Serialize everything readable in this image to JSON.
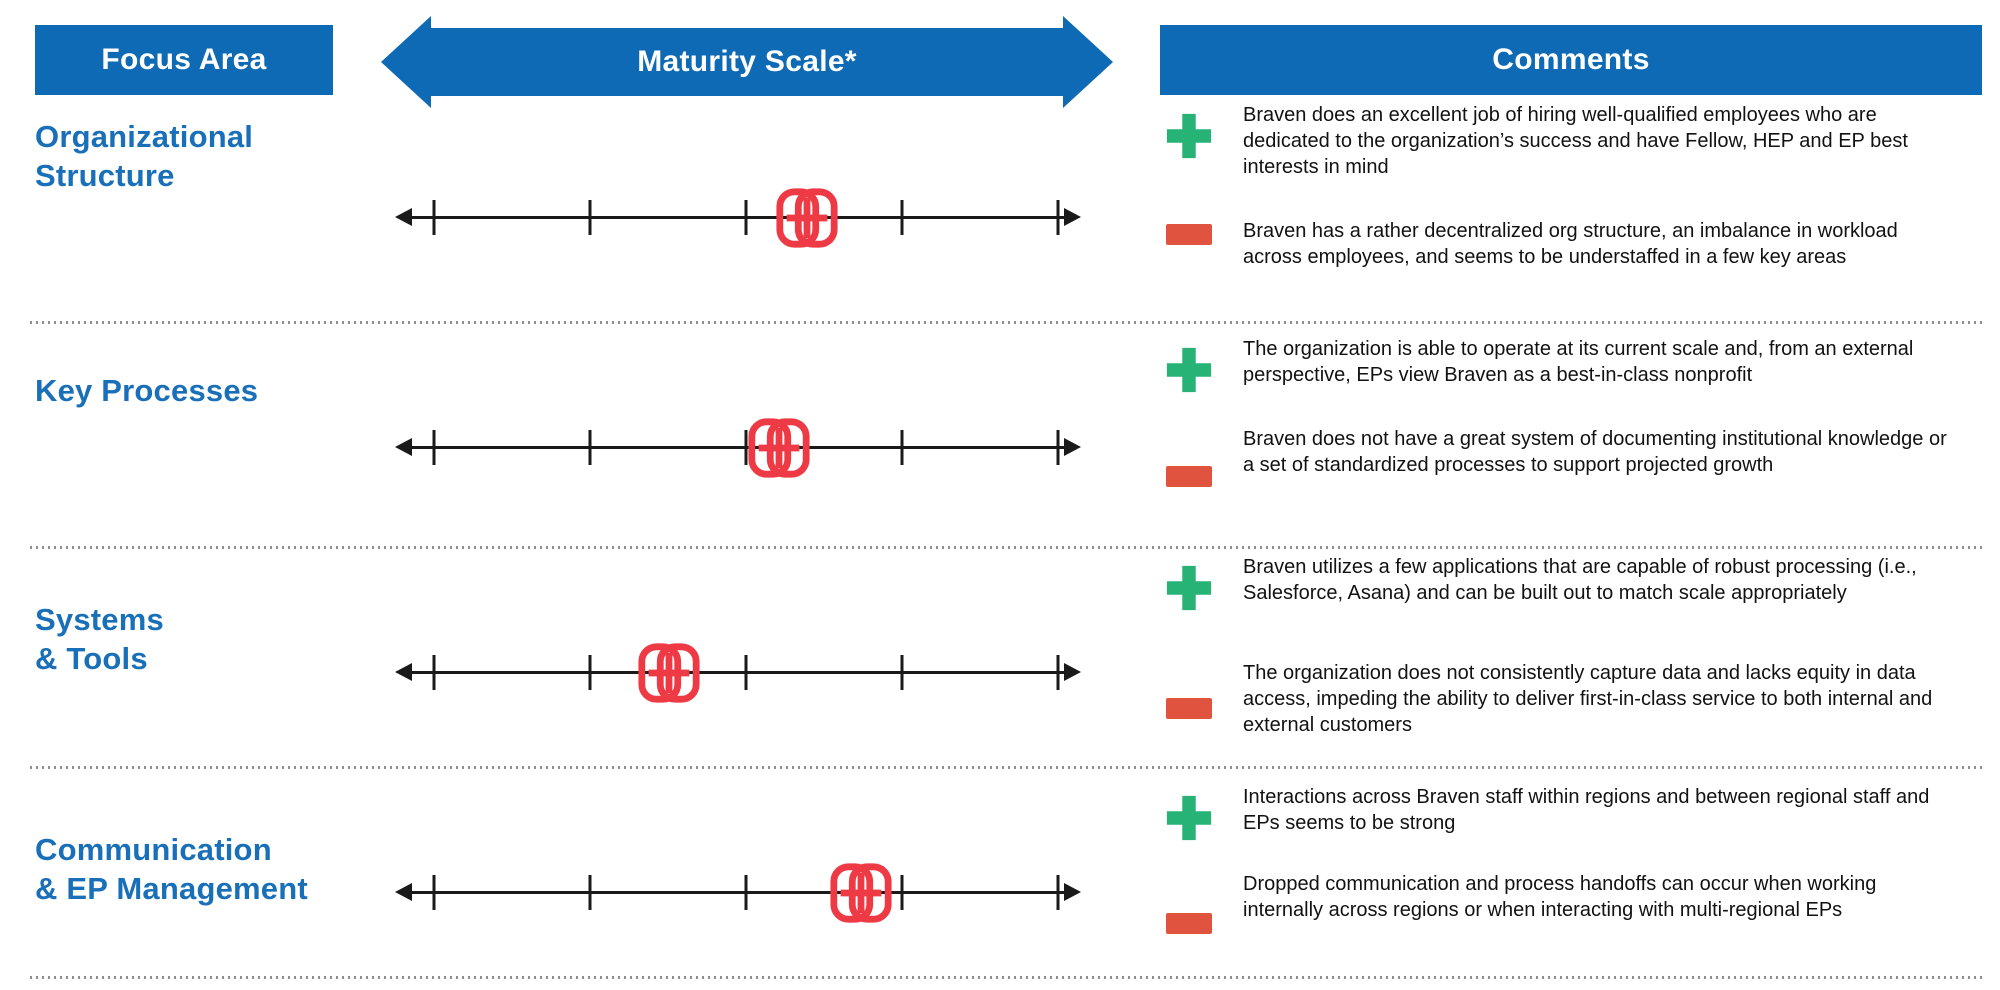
{
  "header": {
    "focus_area_label": "Focus Area",
    "maturity_scale_label": "Maturity Scale*",
    "comments_label": "Comments"
  },
  "colors": {
    "header_blue": "#0e6ab5",
    "title_blue": "#1a70b8",
    "marker_red": "#ee3a44",
    "plus_green": "#27b376",
    "minus_red": "#e0543f",
    "scale_black": "#1a1a1a"
  },
  "scale": {
    "tick_count": 5,
    "tick_percents": [
      5.7,
      28.4,
      51.2,
      73.9,
      96.6
    ]
  },
  "rows": [
    {
      "title_lines": [
        "Organizational",
        "Structure"
      ],
      "marker_percent": 60,
      "plus_comment": "Braven does an excellent job of hiring well-qualified employees who are dedicated to the organization’s success and have Fellow, HEP and EP best interests in mind",
      "minus_comment": "Braven has a rather decentralized org structure, an imbalance in workload across employees, and seems to be understaffed in a few key areas"
    },
    {
      "title_lines": [
        "Key Processes"
      ],
      "marker_percent": 56,
      "plus_comment": "The organization is able to operate at its current scale and, from an external perspective, EPs view Braven as a best-in-class nonprofit",
      "minus_comment": "Braven does not have a great system of documenting institutional knowledge or a set of standardized processes to support projected growth"
    },
    {
      "title_lines": [
        "Systems",
        "& Tools"
      ],
      "marker_percent": 40,
      "plus_comment": "Braven utilizes a few applications that are capable of robust processing (i.e., Salesforce, Asana) and can be built out to match scale appropriately",
      "minus_comment": "The organization does not consistently capture data and lacks equity in data access, impeding the ability to deliver first-in-class service to both internal and external customers"
    },
    {
      "title_lines": [
        "Communication",
        "& EP Management"
      ],
      "marker_percent": 68,
      "plus_comment": "Interactions across Braven staff within regions and between regional staff and EPs seems to be strong",
      "minus_comment": "Dropped communication and process handoffs can occur when working internally across regions or when interacting with multi-regional EPs"
    }
  ]
}
